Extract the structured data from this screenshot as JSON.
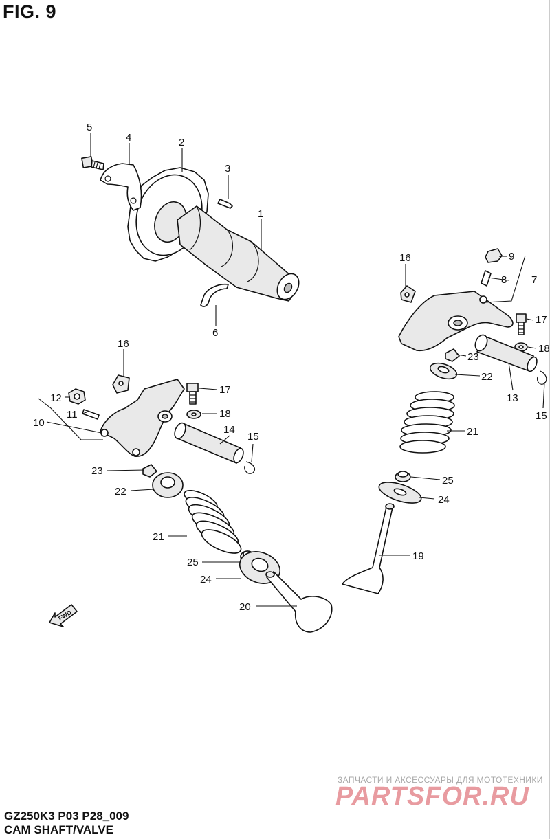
{
  "figure": {
    "title": "FIG. 9",
    "code": "GZ250K3 P03 P28_009",
    "name": "CAM SHAFT/VALVE"
  },
  "fwd_label": "FWD",
  "callouts": [
    {
      "id": "c1",
      "label": "1"
    },
    {
      "id": "c2",
      "label": "2"
    },
    {
      "id": "c3",
      "label": "3"
    },
    {
      "id": "c4",
      "label": "4"
    },
    {
      "id": "c5",
      "label": "5"
    },
    {
      "id": "c6",
      "label": "6"
    },
    {
      "id": "c7",
      "label": "7"
    },
    {
      "id": "c8",
      "label": "8"
    },
    {
      "id": "c9",
      "label": "9"
    },
    {
      "id": "c16a",
      "label": "16"
    },
    {
      "id": "c17a",
      "label": "17"
    },
    {
      "id": "c18a",
      "label": "18"
    },
    {
      "id": "c23a",
      "label": "23"
    },
    {
      "id": "c22a",
      "label": "22"
    },
    {
      "id": "c13",
      "label": "13"
    },
    {
      "id": "c15a",
      "label": "15"
    },
    {
      "id": "c21a",
      "label": "21"
    },
    {
      "id": "c25a",
      "label": "25"
    },
    {
      "id": "c24a",
      "label": "24"
    },
    {
      "id": "c19",
      "label": "19"
    },
    {
      "id": "c16b",
      "label": "16"
    },
    {
      "id": "c12",
      "label": "12"
    },
    {
      "id": "c11",
      "label": "11"
    },
    {
      "id": "c10",
      "label": "10"
    },
    {
      "id": "c17b",
      "label": "17"
    },
    {
      "id": "c18b",
      "label": "18"
    },
    {
      "id": "c14",
      "label": "14"
    },
    {
      "id": "c15b",
      "label": "15"
    },
    {
      "id": "c23b",
      "label": "23"
    },
    {
      "id": "c22b",
      "label": "22"
    },
    {
      "id": "c21b",
      "label": "21"
    },
    {
      "id": "c25b",
      "label": "25"
    },
    {
      "id": "c24b",
      "label": "24"
    },
    {
      "id": "c20",
      "label": "20"
    }
  ],
  "watermark": {
    "tagline": "ЗАПЧАСТИ И АКСЕССУАРЫ ДЛЯ МОТОТЕХНИКИ",
    "logo": "PARTSFOR.RU"
  }
}
